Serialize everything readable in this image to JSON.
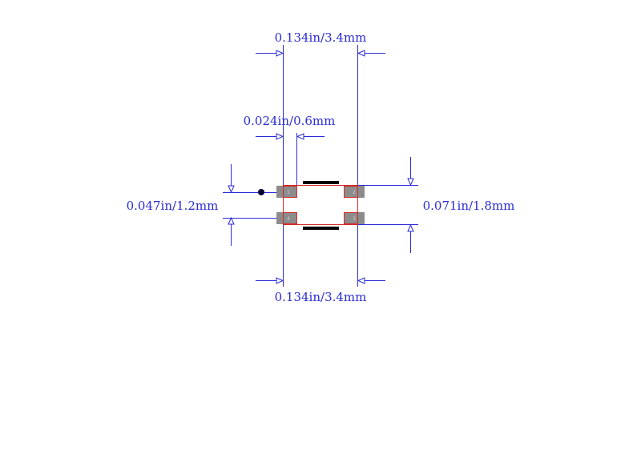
{
  "dimensions": {
    "top_width": "0.134in/3.4mm",
    "pad_width": "0.024in/0.6mm",
    "left_height": "0.047in/1.2mm",
    "right_height": "0.071in/1.8mm",
    "bottom_width": "0.134in/3.4mm"
  },
  "pads": [
    {
      "id": "pad-1",
      "number": "1"
    },
    {
      "id": "pad-2",
      "number": "2"
    },
    {
      "id": "pad-3",
      "number": "3"
    },
    {
      "id": "pad-4",
      "number": "4"
    }
  ],
  "colors": {
    "dimension": "#2b2bd6",
    "outline": "#d42a2a",
    "pad": "#8c8c8c",
    "silkscreen": "#000000",
    "pin1_marker": "#000033"
  }
}
